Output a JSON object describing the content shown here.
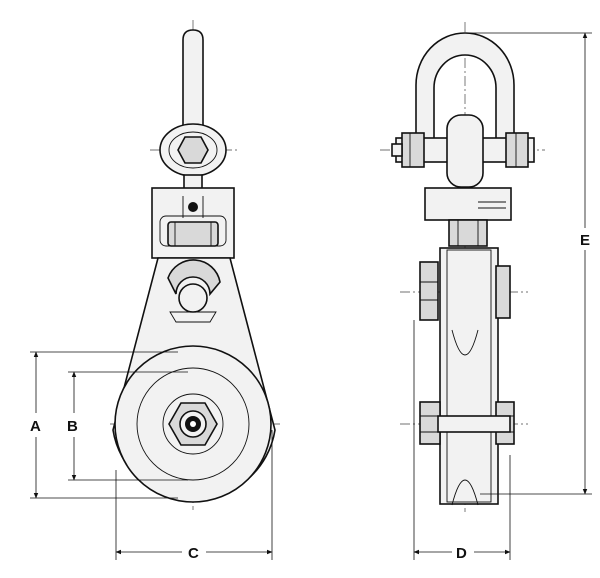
{
  "dimensions": {
    "a": "A",
    "b": "B",
    "c": "C",
    "d": "D",
    "e": "E"
  }
}
